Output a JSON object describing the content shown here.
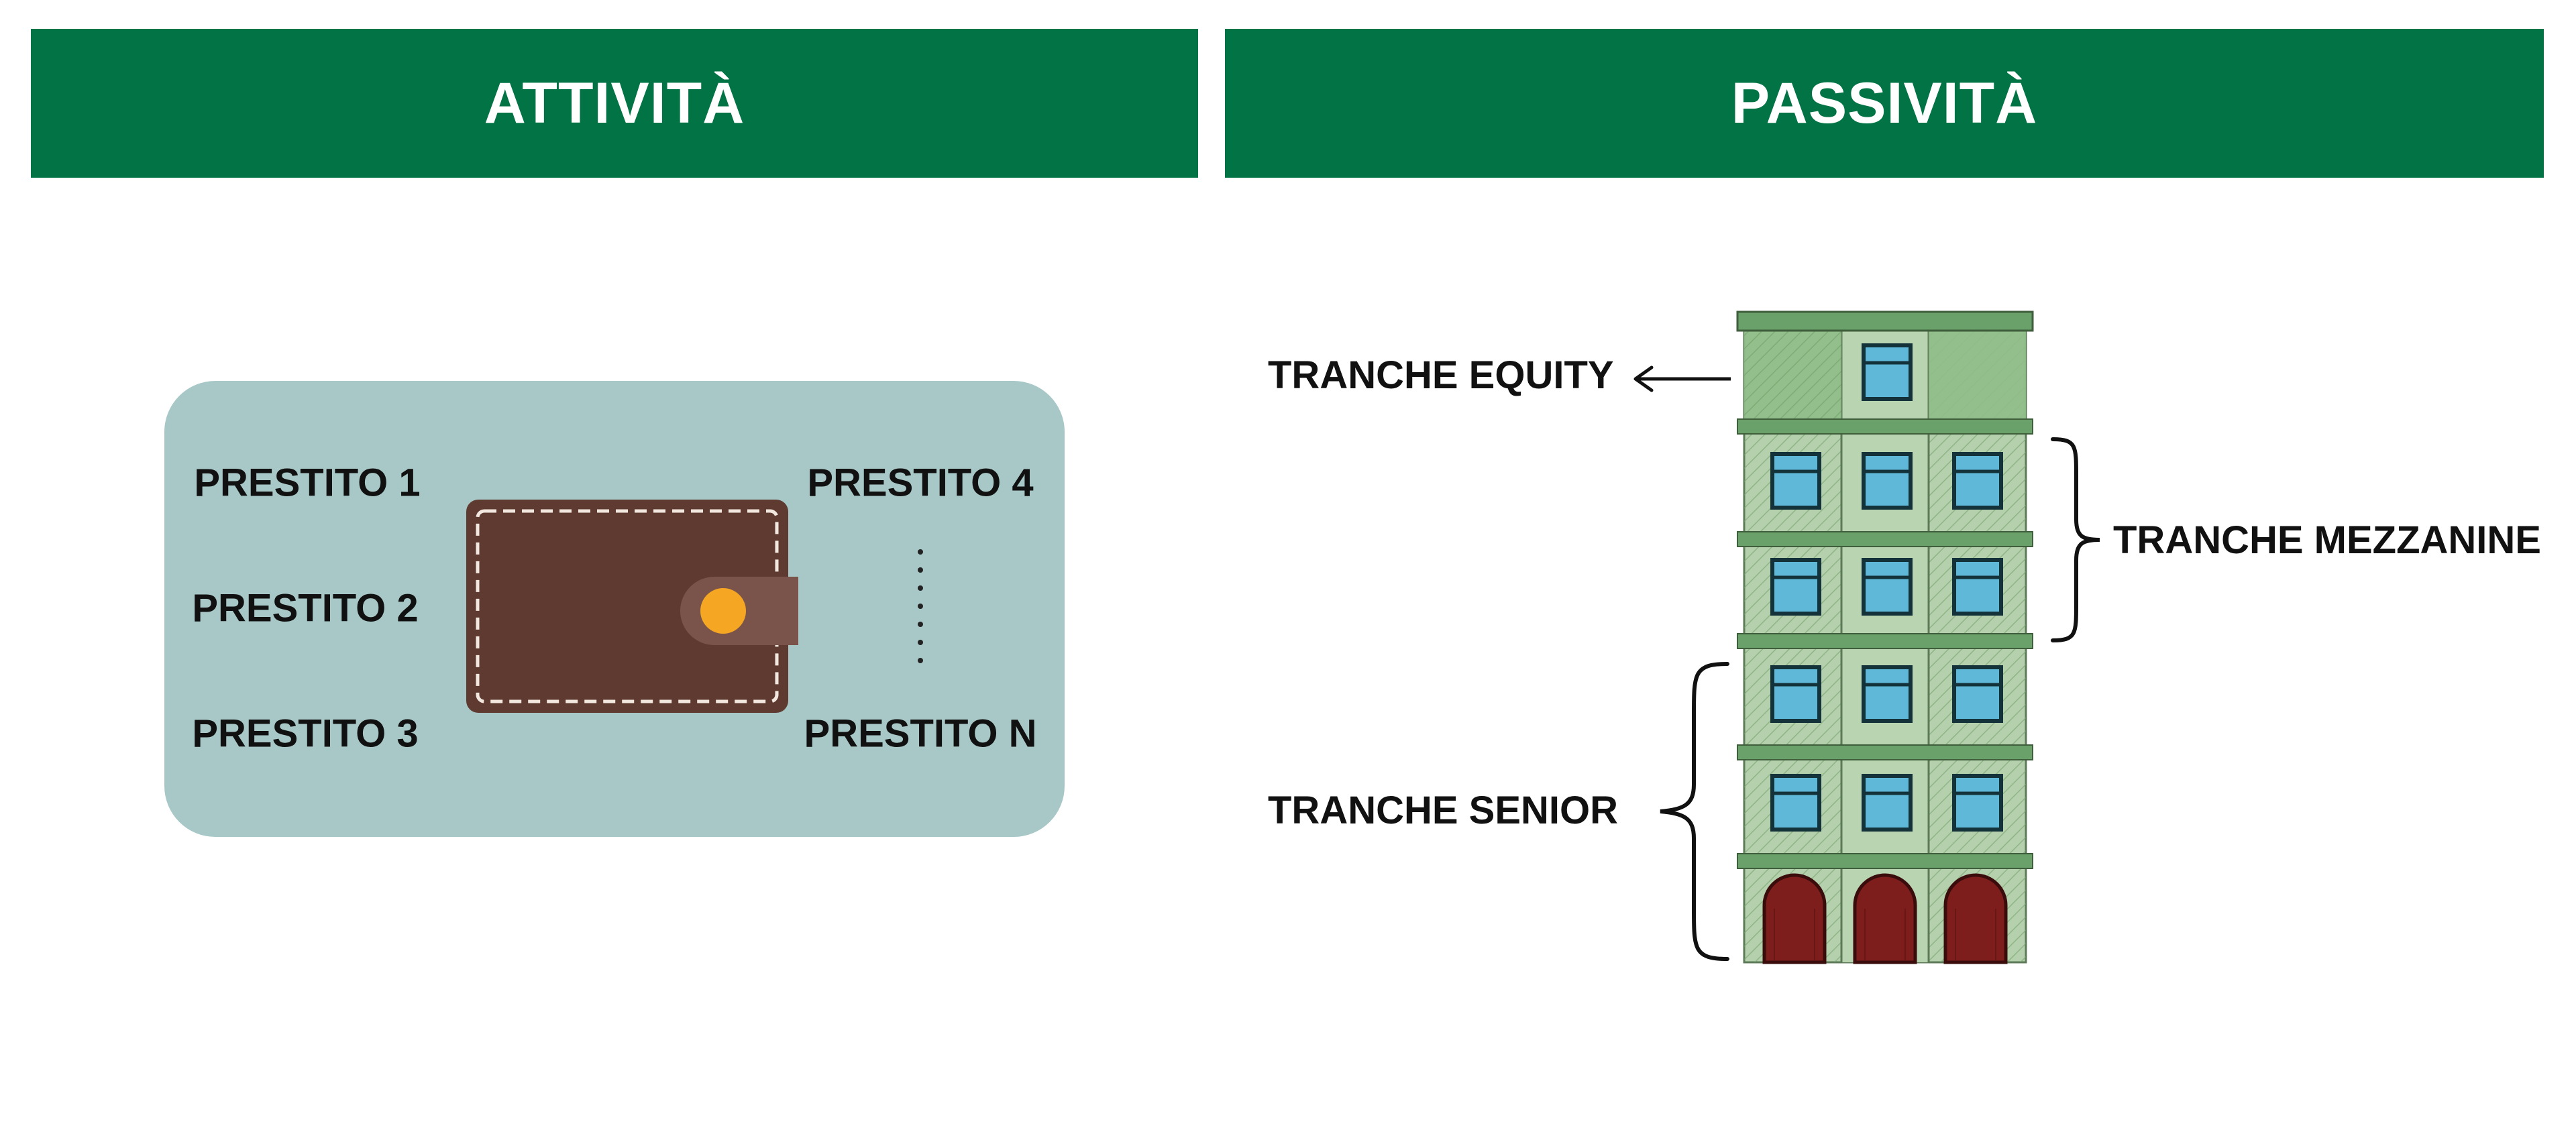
{
  "headers": {
    "assets": "ATTIVITÀ",
    "liabilities": "PASSIVITÀ"
  },
  "assets": {
    "loans": [
      "PRESTITO 1",
      "PRESTITO 2",
      "PRESTITO 3",
      "PRESTITO 4",
      "PRESTITO N"
    ]
  },
  "liabilities": {
    "tranche_equity": "TRANCHE EQUITY",
    "tranche_mezzanine": "TRANCHE MEZZANINE",
    "tranche_senior": "TRANCHE SENIOR"
  },
  "colors": {
    "header_green": "#017344",
    "panel": "#a8c8c7",
    "wallet": "#5e3a31",
    "wallet_tab": "#7a544b",
    "clasp": "#f5a623",
    "building_light": "#b5d0ad",
    "building_mid": "#8fbd88",
    "window_blue": "#5fb8d8",
    "door_red": "#7e1e1c"
  }
}
